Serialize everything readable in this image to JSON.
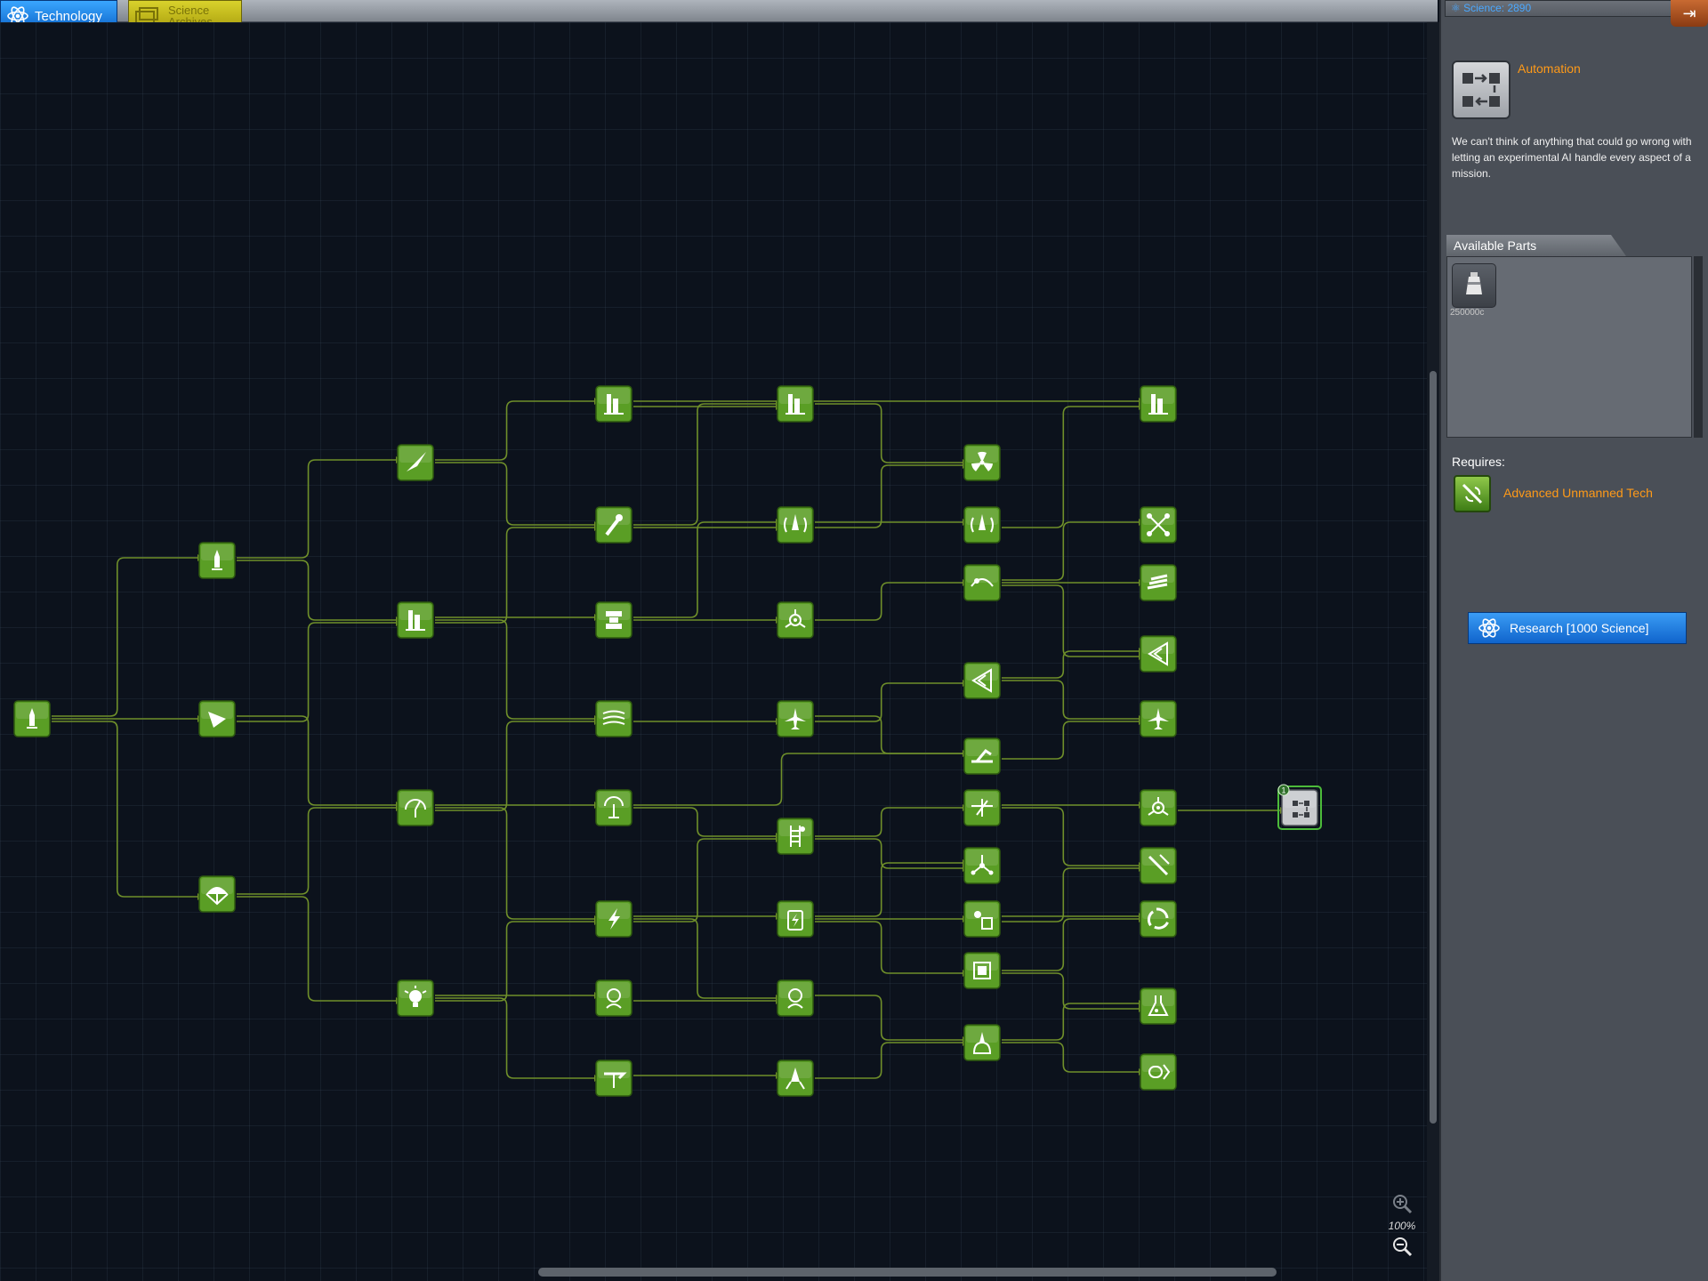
{
  "tabs": {
    "technology": "Technology",
    "archives_line1": "Science",
    "archives_line2": "Archives"
  },
  "colors": {
    "node_green": "#5a9e25",
    "node_locked": "#c8cacd",
    "line": "#6f8f2a",
    "accent_blue": "#1f80e8",
    "accent_orange": "#ff9a18"
  },
  "zoom": {
    "label": "100%"
  },
  "panel": {
    "science": "Science: 2890",
    "node_title": "Automation",
    "description": "We can't think of anything that could go wrong with letting an experimental AI handle every aspect of a mission.",
    "parts_tab": "Available Parts",
    "part_price": "250000c",
    "requires_label": "Requires:",
    "requires_name": "Advanced Unmanned Tech",
    "research_button": "Research [1000 Science]"
  },
  "tree": {
    "selected_badge": "1",
    "nodes": [
      {
        "id": "a",
        "icon": "rocket-icon",
        "col": 0,
        "row": 8
      },
      {
        "id": "b",
        "icon": "rocket-icon",
        "col": 1,
        "row": 6
      },
      {
        "id": "c",
        "icon": "wing-icon",
        "col": 1,
        "row": 8
      },
      {
        "id": "d",
        "icon": "parachute-icon",
        "col": 1,
        "row": 10
      },
      {
        "id": "e",
        "icon": "dart-icon",
        "col": 2,
        "row": 5
      },
      {
        "id": "f",
        "icon": "tower-icon",
        "col": 2,
        "row": 7
      },
      {
        "id": "g",
        "icon": "gauge-icon",
        "col": 2,
        "row": 9
      },
      {
        "id": "h",
        "icon": "lightbulb-icon",
        "col": 2,
        "row": 11
      },
      {
        "id": "i",
        "icon": "tower-icon",
        "col": 3,
        "row": 4
      },
      {
        "id": "j",
        "icon": "fuel-icon",
        "col": 3,
        "row": 6
      },
      {
        "id": "k",
        "icon": "stack-icon",
        "col": 3,
        "row": 7
      },
      {
        "id": "l",
        "icon": "aero-icon",
        "col": 3,
        "row": 8
      },
      {
        "id": "m",
        "icon": "antenna-icon",
        "col": 3,
        "row": 9
      },
      {
        "id": "n",
        "icon": "lightning-icon",
        "col": 3,
        "row": 10
      },
      {
        "id": "o",
        "icon": "kerbal-icon",
        "col": 3,
        "row": 11
      },
      {
        "id": "p",
        "icon": "landing-icon",
        "col": 3,
        "row": 12
      },
      {
        "id": "q",
        "icon": "tower-icon",
        "col": 4,
        "row": 4
      },
      {
        "id": "r",
        "icon": "engine-icon",
        "col": 4,
        "row": 6
      },
      {
        "id": "s",
        "icon": "probe-icon",
        "col": 4,
        "row": 7
      },
      {
        "id": "t",
        "icon": "plane-icon",
        "col": 4,
        "row": 8
      },
      {
        "id": "u",
        "icon": "ladder-icon",
        "col": 4,
        "row": 9
      },
      {
        "id": "v",
        "icon": "battery-icon",
        "col": 4,
        "row": 10
      },
      {
        "id": "w",
        "icon": "kerbal-icon",
        "col": 4,
        "row": 11
      },
      {
        "id": "x",
        "icon": "lander-icon",
        "col": 4,
        "row": 12
      },
      {
        "id": "y",
        "icon": "nuclear-icon",
        "col": 5,
        "row": 5
      },
      {
        "id": "z",
        "icon": "engine-icon",
        "col": 5,
        "row": 6
      },
      {
        "id": "aa",
        "icon": "curve-icon",
        "col": 5,
        "row": 6.5
      },
      {
        "id": "ab",
        "icon": "intake-icon",
        "col": 5,
        "row": 7.5
      },
      {
        "id": "ac",
        "icon": "hyper-icon",
        "col": 5,
        "row": 8.5
      },
      {
        "id": "ad",
        "icon": "sat-icon",
        "col": 5,
        "row": 9
      },
      {
        "id": "ae",
        "icon": "node-icon",
        "col": 5,
        "row": 9.5
      },
      {
        "id": "af",
        "icon": "solar-icon",
        "col": 5,
        "row": 10
      },
      {
        "id": "ag",
        "icon": "chip-icon",
        "col": 5,
        "row": 10.5
      },
      {
        "id": "ah",
        "icon": "science-icon",
        "col": 5,
        "row": 11.5
      },
      {
        "id": "ai",
        "icon": "tower-icon",
        "col": 6,
        "row": 4
      },
      {
        "id": "aj",
        "icon": "cross-icon",
        "col": 6,
        "row": 6
      },
      {
        "id": "ak",
        "icon": "panels-icon",
        "col": 6,
        "row": 6.5
      },
      {
        "id": "al",
        "icon": "intake-icon",
        "col": 6,
        "row": 7.5
      },
      {
        "id": "am",
        "icon": "plane-icon",
        "col": 6,
        "row": 8
      },
      {
        "id": "an",
        "icon": "probe-icon",
        "col": 6,
        "row": 9
      },
      {
        "id": "ao",
        "icon": "dish-icon",
        "col": 6,
        "row": 9.5
      },
      {
        "id": "ap",
        "icon": "recycle-icon",
        "col": 6,
        "row": 10
      },
      {
        "id": "aq",
        "icon": "flask-icon",
        "col": 6,
        "row": 11
      },
      {
        "id": "ar",
        "icon": "ion-icon",
        "col": 6,
        "row": 12
      },
      {
        "id": "as",
        "icon": "automation-icon",
        "col": 7,
        "row": 9,
        "locked": true
      }
    ]
  }
}
